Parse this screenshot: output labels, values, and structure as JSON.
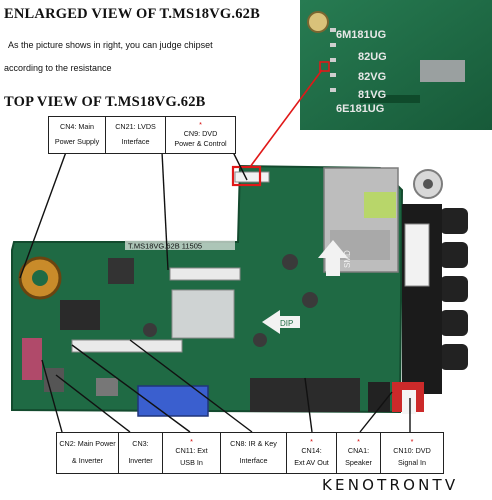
{
  "headings": {
    "enlarged": "ENLARGED VIEW OF T.MS18VG.62B",
    "top_view": "TOP VIEW OF T.MS18VG.62B"
  },
  "description": {
    "line1": "As the picture shows in right, you can judge chipset",
    "line2": "according to the resistance"
  },
  "zoom_labels": [
    "6M181UG",
    "82UG",
    "82VG",
    "81VG",
    "6E181UG"
  ],
  "board": {
    "model_label": "T.MS18VG.62B 11505",
    "smd_label": "SMD",
    "dip_label": "DIP"
  },
  "top_connectors": [
    {
      "prefix": "",
      "name": "CN4: Main",
      "desc": "Power Supply"
    },
    {
      "prefix": "",
      "name": "CN21:  LVDS",
      "desc": "Interface"
    },
    {
      "prefix": "*",
      "name": "CN9: DVD",
      "desc": "Power & Control"
    }
  ],
  "bottom_connectors": [
    {
      "prefix": "",
      "name": "CN2: Main Power",
      "desc": "& Inverter"
    },
    {
      "prefix": "",
      "name": "CN3:",
      "desc": "Inverter"
    },
    {
      "prefix": "*",
      "name": "CN11: Ext",
      "desc": "USB In"
    },
    {
      "prefix": "",
      "name": "CN8: IR & Key",
      "desc": "Interface"
    },
    {
      "prefix": "*",
      "name": "CN14:",
      "desc": "Ext AV Out"
    },
    {
      "prefix": "*",
      "name": "CNA1:",
      "desc": "Speaker"
    },
    {
      "prefix": "*",
      "name": "CN10: DVD",
      "desc": "Signal In"
    }
  ],
  "watermark": "KENOTRONTV",
  "colors": {
    "pcb": "#1f6a44",
    "pcb_dark": "#134a2e",
    "highlight": "#e01818",
    "star": "#d40000"
  }
}
